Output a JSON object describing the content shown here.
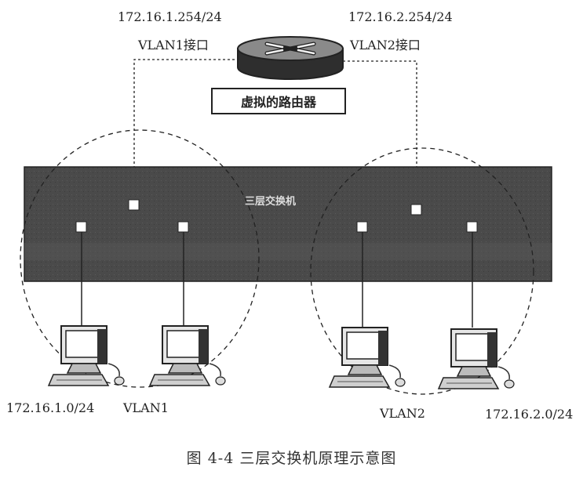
{
  "router": {
    "name": "虚拟的路由器",
    "vlan1_ip": "172.16.1.254/24",
    "vlan1_interface": "VLAN1接口",
    "vlan2_ip": "172.16.2.254/24",
    "vlan2_interface": "VLAN2接口"
  },
  "switch": {
    "name": "三层交换机"
  },
  "vlan1": {
    "name": "VLAN1",
    "subnet": "172.16.1.0/24"
  },
  "vlan2": {
    "name": "VLAN2",
    "subnet": "172.16.2.0/24"
  },
  "caption": "图  4-4    三层交换机原理示意图",
  "colors": {
    "switch_fill": "#4a4a4a",
    "line": "#222222",
    "port": "#ffffff"
  }
}
